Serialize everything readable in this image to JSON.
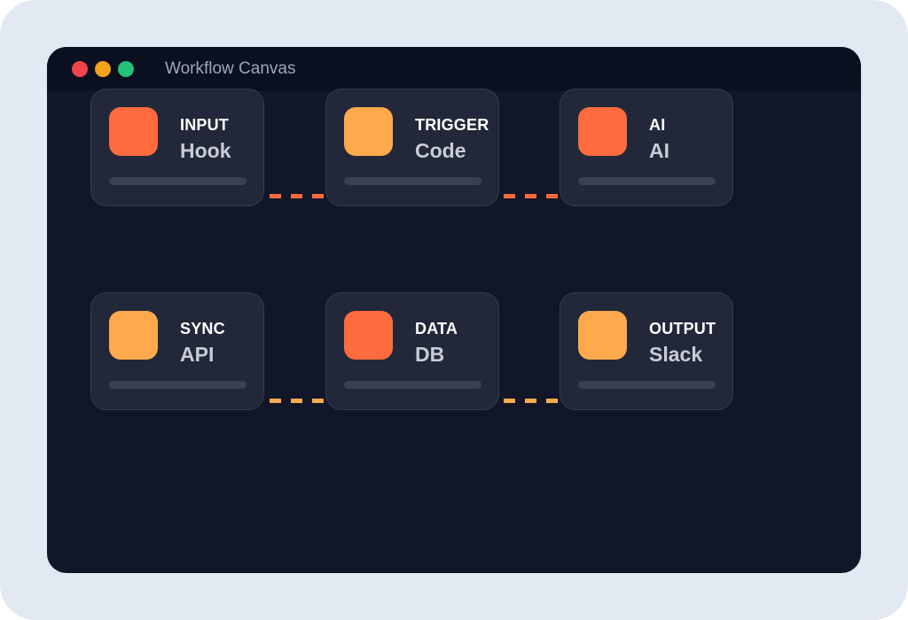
{
  "window": {
    "title": "Workflow Canvas"
  },
  "colors": {
    "orange_red": "#ff6b3d",
    "orange_light": "#ffa94d",
    "close": "#f0434a",
    "minimize": "#f2a319",
    "maximize": "#22c27a"
  },
  "nodes": [
    {
      "label": "INPUT",
      "name": "Hook",
      "color": "#ff6b3d"
    },
    {
      "label": "TRIGGER",
      "name": "Code",
      "color": "#ffa94d"
    },
    {
      "label": "AI",
      "name": "AI",
      "color": "#ff6b3d"
    },
    {
      "label": "SYNC",
      "name": "API",
      "color": "#ffa94d"
    },
    {
      "label": "DATA",
      "name": "DB",
      "color": "#ff6b3d"
    },
    {
      "label": "OUTPUT",
      "name": "Slack",
      "color": "#ffa94d"
    }
  ],
  "connectors": [
    {
      "from": "INPUT",
      "to": "TRIGGER",
      "color": "#ff6b3d"
    },
    {
      "from": "TRIGGER",
      "to": "AI",
      "color": "#ff6b3d"
    },
    {
      "from": "SYNC",
      "to": "DATA",
      "color": "#ffa94d"
    },
    {
      "from": "DATA",
      "to": "OUTPUT",
      "color": "#ffa94d"
    }
  ]
}
